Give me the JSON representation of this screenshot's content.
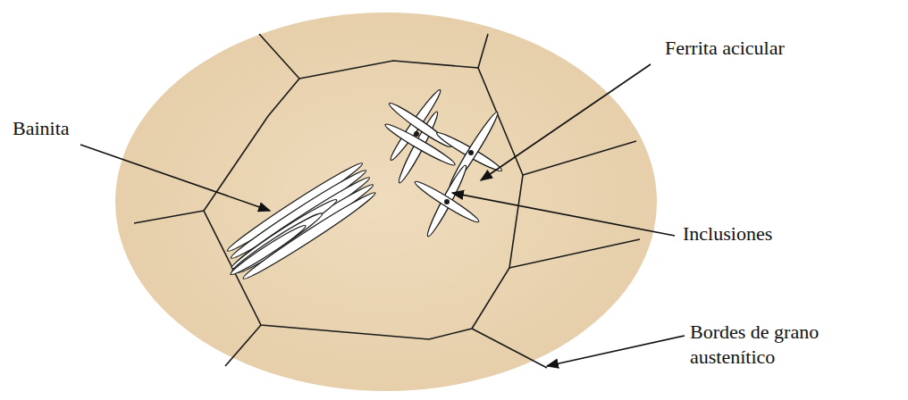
{
  "diagram": {
    "labels": [
      "Ferrita acicular",
      "Bainita",
      "Inclusiones",
      "Bordes de grano austenítico"
    ]
  }
}
